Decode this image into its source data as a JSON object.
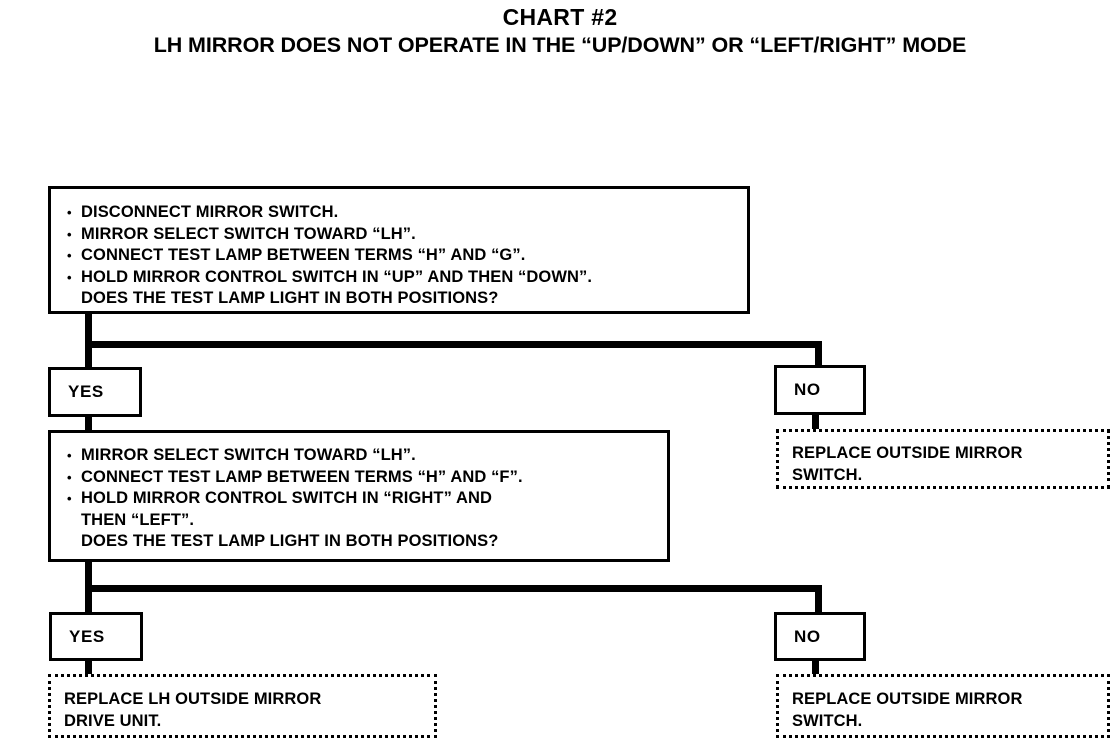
{
  "header": {
    "title": "CHART #2",
    "subtitle": "LH MIRROR DOES NOT OPERATE IN THE “UP/DOWN” OR “LEFT/RIGHT” MODE"
  },
  "flowchart": {
    "step1": {
      "lines": [
        "DISCONNECT MIRROR SWITCH.",
        "MIRROR SELECT SWITCH TOWARD “LH”.",
        "CONNECT TEST LAMP BETWEEN TERMS “H” AND “G”.",
        "HOLD MIRROR CONTROL SWITCH IN “UP” AND THEN “DOWN”.",
        "DOES THE TEST LAMP LIGHT IN BOTH POSITIONS?"
      ]
    },
    "branch1": {
      "yes_label": "YES",
      "no_label": "NO",
      "no_result": "REPLACE OUTSIDE MIRROR\nSWITCH."
    },
    "step2": {
      "lines": [
        "MIRROR SELECT SWITCH TOWARD “LH”.",
        "CONNECT TEST LAMP BETWEEN TERMS “H” AND “F”.",
        "HOLD MIRROR CONTROL SWITCH IN “RIGHT” AND",
        "THEN “LEFT”.",
        "DOES THE TEST LAMP LIGHT IN BOTH POSITIONS?"
      ]
    },
    "branch2": {
      "yes_label": "YES",
      "no_label": "NO",
      "yes_result": "REPLACE LH OUTSIDE MIRROR\nDRIVE UNIT.",
      "no_result": "REPLACE OUTSIDE MIRROR\nSWITCH."
    }
  },
  "colors": {
    "ink": "#000000",
    "paper": "#ffffff"
  }
}
